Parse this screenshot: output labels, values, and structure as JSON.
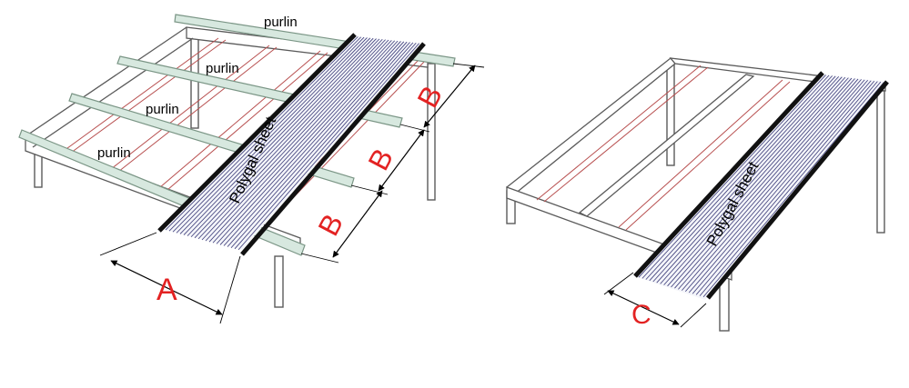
{
  "diagram": {
    "left": {
      "purlin_labels": [
        "purlin",
        "purlin",
        "purlin",
        "purlin"
      ],
      "sheet_label": "Polygal sheet",
      "dim_width": "A",
      "dim_spacing": [
        "B",
        "B",
        "B"
      ]
    },
    "right": {
      "sheet_label": "Polygal sheet",
      "dim_width": "C"
    }
  },
  "colors": {
    "frame": "#5a5a5a",
    "rafter": "#b85050",
    "purlin_fill": "#d7e8df",
    "purlin_stroke": "#7a9585",
    "sheet_line": "#3c3c78",
    "sheet_edge": "#111111",
    "dimension": "#000000",
    "dimension_text": "#e32222"
  }
}
